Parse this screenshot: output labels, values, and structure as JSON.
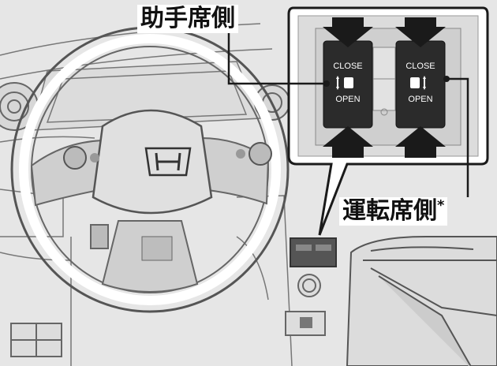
{
  "labels": {
    "passenger_side": "助手席側",
    "driver_side": "運転席側",
    "driver_side_note": "*"
  },
  "switches": {
    "passenger": {
      "close": "CLOSE",
      "open": "OPEN"
    },
    "driver": {
      "close": "CLOSE",
      "open": "OPEN"
    }
  },
  "icons": {
    "steering_logo": "honda-logo-icon",
    "door_symbol": "sliding-door-icon"
  },
  "colors": {
    "line": "#1a1a1a",
    "switch_panel": "#2b2b2b",
    "background": "#e6e6e6"
  }
}
